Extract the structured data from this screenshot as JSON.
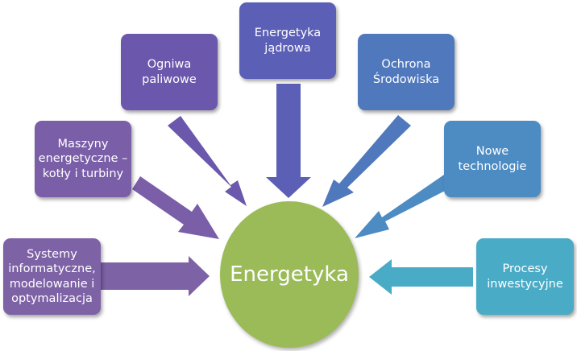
{
  "center": {
    "label": "Energetyka",
    "color": "#9bbb59"
  },
  "nodes": [
    {
      "label": "Systemy\ninformatyczne,\nmodelowanie i\noptymalizacja",
      "color": "#7e62a6"
    },
    {
      "label": "Maszyny\nenergetyczne –\nkotły i turbiny",
      "color": "#7a5ea8"
    },
    {
      "label": "Ogniwa\npaliwowe",
      "color": "#6b57ab"
    },
    {
      "label": "Energetyka\njądrowa",
      "color": "#5b5fb5"
    },
    {
      "label": "Ochrona\nŚrodowiska",
      "color": "#5078bd"
    },
    {
      "label": "Nowe\ntechnologie",
      "color": "#4d8bc3"
    },
    {
      "label": "Procesy\ninwestycyjne",
      "color": "#4aabc6"
    }
  ]
}
